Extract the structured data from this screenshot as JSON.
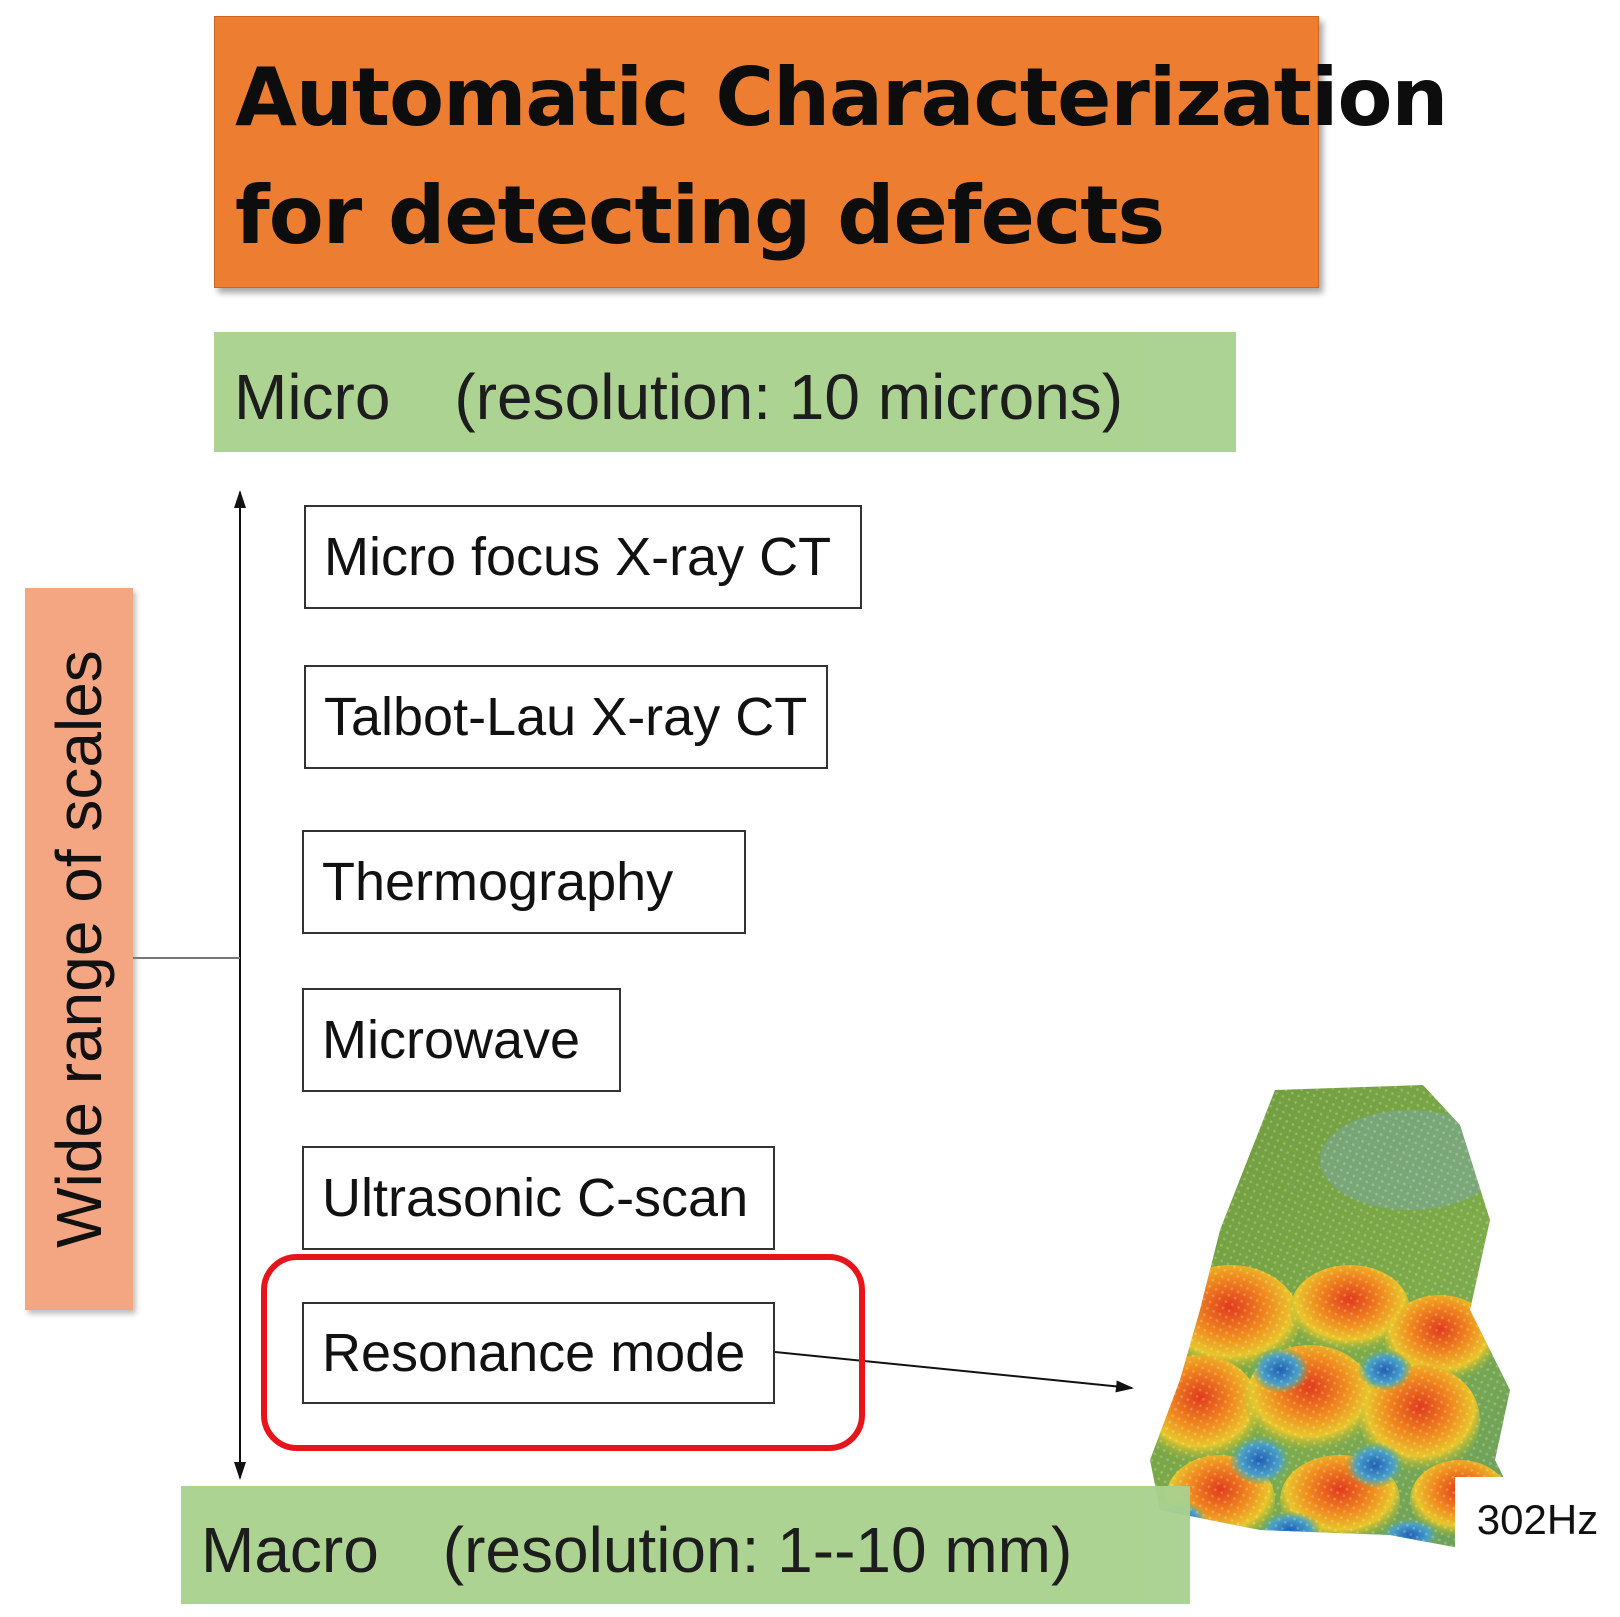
{
  "title": {
    "line1": "Automatic Characterization",
    "line2": "for detecting defects"
  },
  "bands": {
    "micro": "Micro　(resolution: 10 microns)",
    "macro": "Macro　(resolution: 1--10 mm)"
  },
  "scale_label": "Wide range of scales",
  "methods": [
    "Micro focus X-ray CT",
    "Talbot-Lau X-ray CT",
    "Thermography",
    "Microwave",
    "Ultrasonic C-scan",
    "Resonance mode"
  ],
  "resonance_image": {
    "frequency": "302Hz"
  },
  "colors": {
    "title_bg": "#ED7D31",
    "band_bg": "#A9D18E",
    "scale_bg": "#F4A582",
    "highlight": "#E8141B"
  }
}
